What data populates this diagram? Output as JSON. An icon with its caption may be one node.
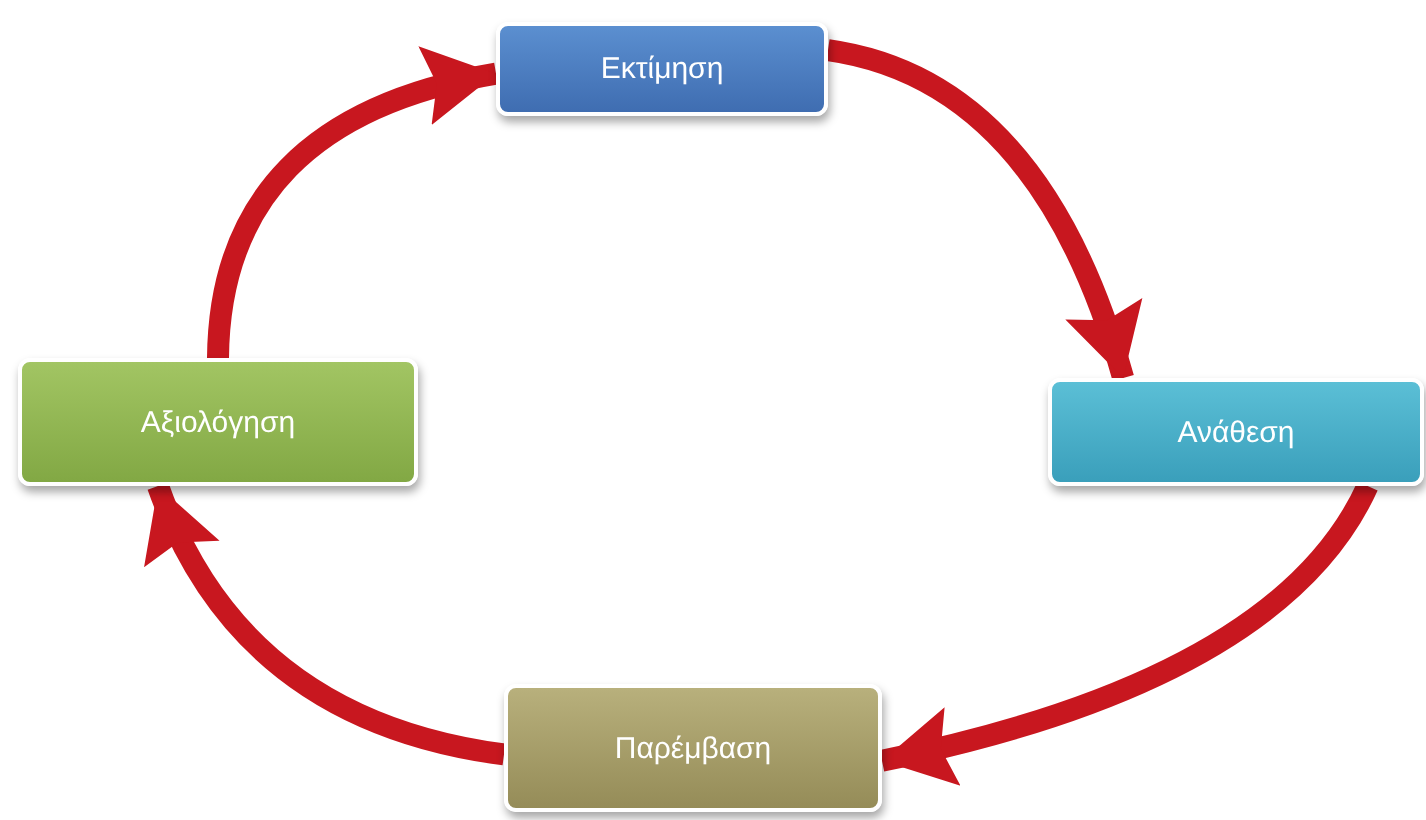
{
  "diagram": {
    "nodes": [
      {
        "text": [
          "Εκτίμηση"
        ]
      },
      {
        "text": [
          "Ανάθεση"
        ]
      },
      {
        "text": [
          "Παρέμβαση"
        ]
      },
      {
        "text": [
          "Αξιολόγηση"
        ]
      }
    ],
    "edges": [
      {
        "from": 0,
        "to": 1,
        "arrow": "to"
      },
      {
        "from": 1,
        "to": 2,
        "arrow": "to"
      },
      {
        "from": 2,
        "to": 3,
        "arrow": "to"
      },
      {
        "from": 3,
        "to": 0,
        "arrow": "to"
      }
    ]
  }
}
